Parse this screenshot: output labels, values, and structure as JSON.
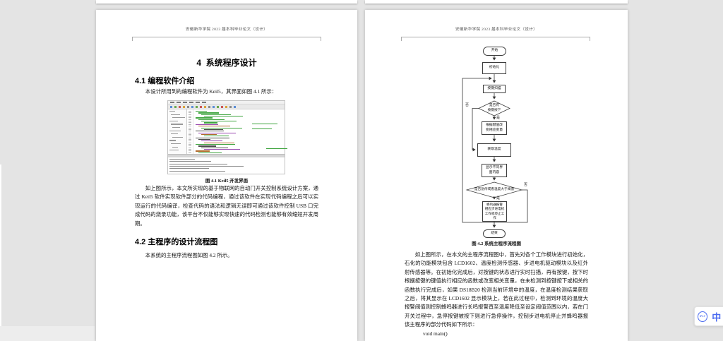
{
  "document": {
    "header_text": "安徽新华学院 2023 届本科毕业论文（设计）",
    "left_page": {
      "chapter_title": "4  系统程序设计",
      "section_41_heading": "4.1 编程软件介绍",
      "para_41_intro": "本设计所用到的编程软件为 Keil5，其界面如图 4.1 所示：",
      "figure_41_caption": "图 4.1 Keil5 开发界面",
      "para_41_lines": [
        "如上图所示，本文所实现的基于物联网的自动门开关控制系统设计方案，通",
        "过 Keil5 软件实现软件部分的代码编程，通过该软件在实现代码编程之后可以实",
        "现运行的代码编译，检查代码的语法和逻辑无误即可通过该软件控制 USB 口完",
        "成代码的烧录功能，该平台不仅能够实现快速的代码检测也能够有效缩短开发周",
        "期。"
      ],
      "section_42_heading": "4.2 主程序的设计流程图",
      "para_42_intro": "本系统的主程序流程图如图 4.2 所示。"
    },
    "right_page": {
      "figure_42_caption": "图 4.2 系统主程序流程图",
      "flowchart": {
        "start": "开始",
        "init": "初始化",
        "scan": "按键扫描",
        "key_decision": "是否有\n按键按下",
        "key_action": "根据键值改\n变相应变量",
        "get_temp": "获取温度",
        "display": "显示不同界\n面内容",
        "alarm_decision": "是否急停或者温度大于阈值",
        "alarm_action": "蜂鸣器报警\n相应步进电机\n工作或停止工\n作",
        "end": "结束",
        "label_yes": "是",
        "label_no": "否"
      },
      "para_42_lines": [
        "如上图所示，在本文的主程序流程图中，首先对各个工作模块进行初始化，",
        "石化的功能模块包含 LCD1602、温度检测传感器、步进电机驱动模块以及红外对",
        "射传感器等。在初始化完成后，对按键的状态进行实时扫描，再有按键，按下时",
        "根据按键的键值执行相应的函数或改变相关变量，在未检测到按键按下或相关的",
        "函数执行完成后，如果 DS18B20 检测当前环境中的温度，在温度检测结果获取到",
        "之后，将其显示在 LCD1602 显示模块上，若在此过程中，检测到环境的温度大于",
        "报警阈值则控制蜂鸣器进行长鸣报警直至温度降低至设定阈值范围以内，若在门",
        "开关过程中，急停按键被按下则进行急停操作，控制步进电机停止并蜂鸣器报警，",
        "该主程序的部分代码如下所示：",
        "void main()"
      ]
    }
  },
  "ime": {
    "logo_text": "iFLY",
    "mode_label": "中"
  },
  "colors": {
    "accent_blue": "#4b6bf0",
    "comment_green": "#3fa53f",
    "page_background": "#e4e4e4"
  }
}
